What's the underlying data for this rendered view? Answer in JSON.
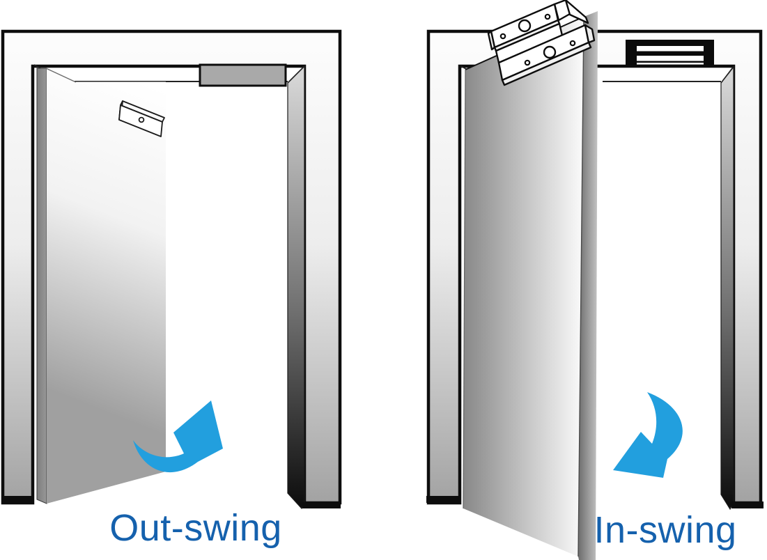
{
  "panels": [
    {
      "id": "out-swing",
      "label": "Out-swing",
      "arrow_direction": "up-right",
      "parts": [
        "door-frame",
        "door",
        "armature-plate",
        "maglock",
        "swing-direction-arrow"
      ]
    },
    {
      "id": "in-swing",
      "label": "In-swing",
      "arrow_direction": "down-left",
      "parts": [
        "door-frame",
        "door",
        "zl-bracket",
        "maglock",
        "swing-direction-arrow"
      ]
    }
  ],
  "colors": {
    "arrow_blue": "#229FDE",
    "label_blue": "#1561AD",
    "maglock_gray": "#A9A9A9",
    "line_black": "#111111",
    "background": "#FFFFFF"
  }
}
